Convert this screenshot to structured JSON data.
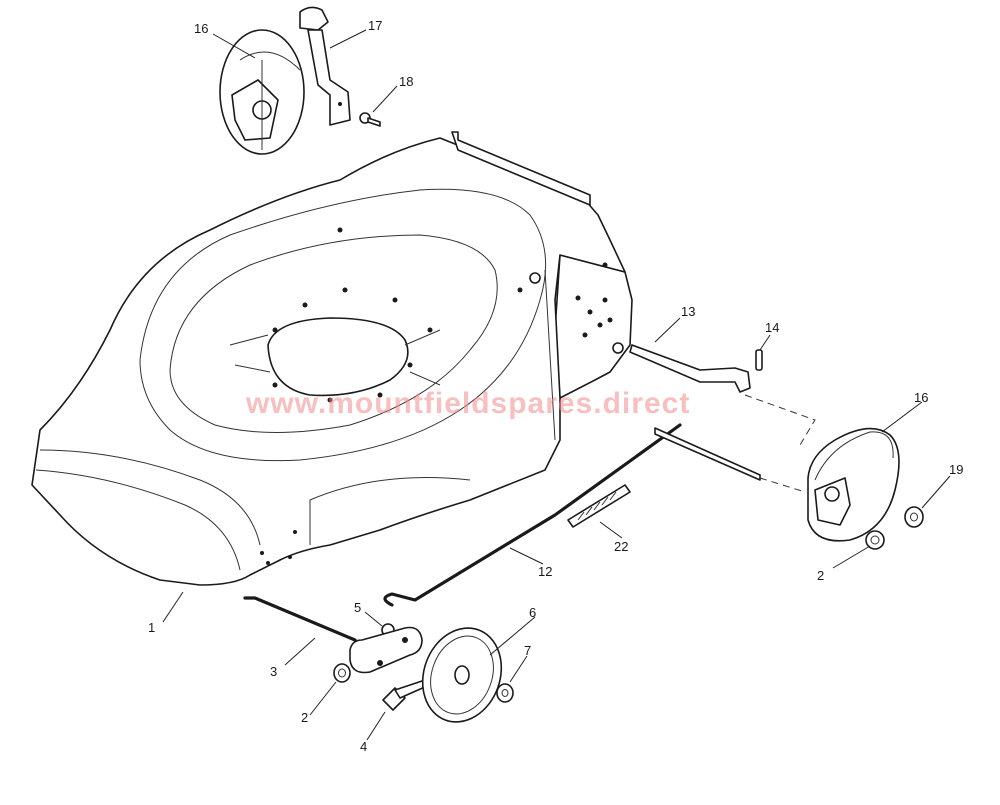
{
  "watermark": "www.mountfieldspares.direct",
  "callouts": {
    "c1": "1",
    "c2a": "2",
    "c2b": "2",
    "c3": "3",
    "c4": "4",
    "c5": "5",
    "c6": "6",
    "c7": "7",
    "c12": "12",
    "c13": "13",
    "c14": "14",
    "c16a": "16",
    "c16b": "16",
    "c17": "17",
    "c18": "18",
    "c19": "19",
    "c22": "22"
  },
  "colors": {
    "line": "#1a1a1a",
    "watermark": "#f08a8a",
    "background": "#ffffff"
  }
}
